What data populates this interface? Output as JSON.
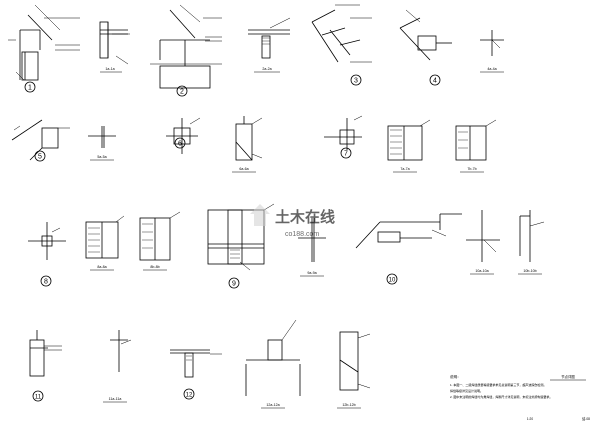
{
  "details": [
    {
      "number": "1",
      "section_label": "1a-1a"
    },
    {
      "number": "2",
      "section_label": "2a-2a"
    },
    {
      "number": "3"
    },
    {
      "number": "4",
      "section_label": "4a-4a"
    },
    {
      "number": "5",
      "section_label": "5a-5a"
    },
    {
      "number": "6",
      "section_label": "6a-6a"
    },
    {
      "number": "7",
      "section_label": "7a-7a",
      "section_label_b": "7b-7b"
    },
    {
      "number": "8",
      "section_label": "8a-8a",
      "section_label_b": "8b-8b"
    },
    {
      "number": "9",
      "section_label": "9a-9a"
    },
    {
      "number": "10",
      "section_label": "10a-10a",
      "section_label_b": "10b-10b"
    },
    {
      "number": "11",
      "section_label": "11a-11a"
    },
    {
      "number": "12",
      "section_label": "12a-12a",
      "section_label_b": "12b-12b"
    }
  ],
  "notes": {
    "heading": "说明：",
    "line1": "1. 本图一、二级焊缝质量等级要求参见总说明第三节，超声波探伤检测。",
    "line2": "   焊缝等级详见设计说明。",
    "line3": "2. 图中未注明的焊缝均为角焊缝，焊脚尺寸详见说明，未标注处按构造要求。"
  },
  "title_block": {
    "drawing_name": "节点详图",
    "sheet_no": "结-08",
    "scale": "1:20"
  },
  "watermark": {
    "brand": "土木在线",
    "url": "co188.com"
  }
}
